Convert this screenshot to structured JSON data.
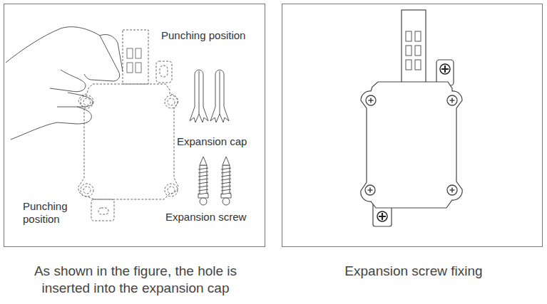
{
  "diagram": {
    "labels": [
      "Punching position",
      "Expansion cap",
      "Expansion screw",
      "Punching position",
      "As shown in the figure, the hole is inserted into the expansion cap",
      "Expansion screw fixing"
    ]
  }
}
